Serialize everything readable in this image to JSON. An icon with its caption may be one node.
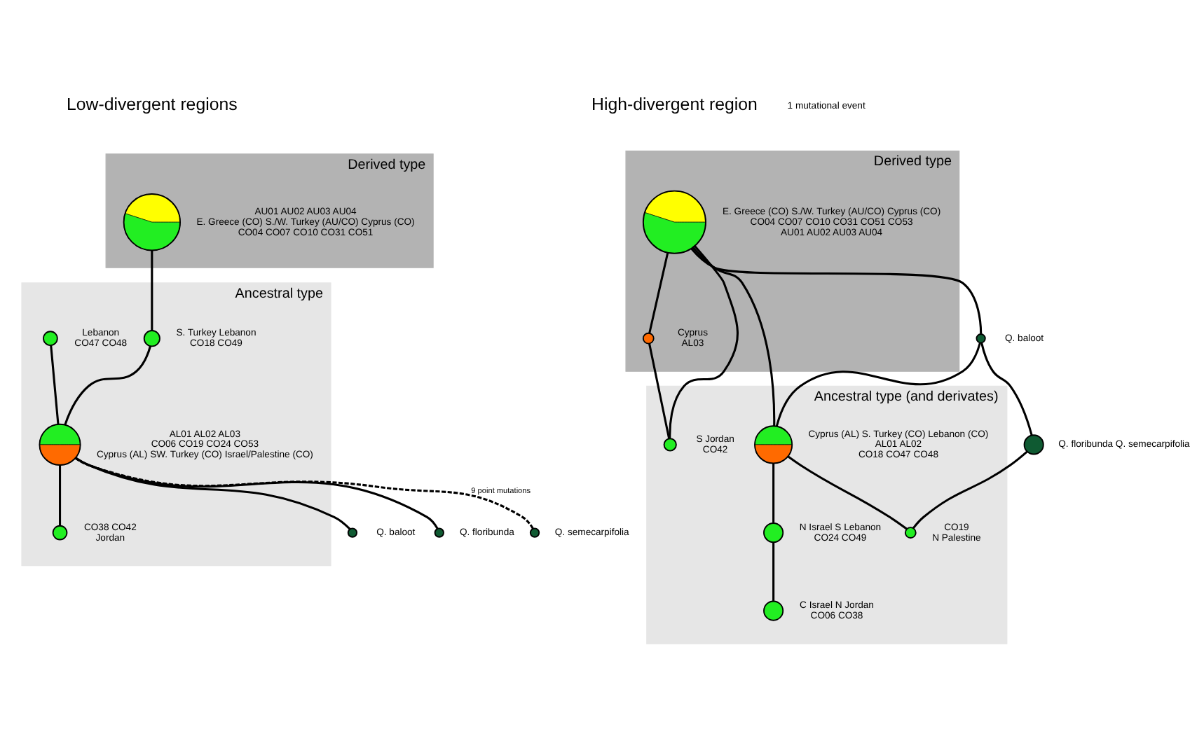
{
  "diagram": {
    "nodes": [
      {
        "text": [
          "Derived type"
        ]
      },
      {
        "text": [],
        "shape": "circle",
        "in": 0,
        "beside": [
          "AU01 AU02 AU03 AU04",
          "E. Greece (CO) S./W. Turkey (AU/CO) Cyprus (CO)",
          "CO04 CO07 CO10 CO31 CO51"
        ]
      },
      {
        "text": [
          "Ancestral type"
        ]
      },
      {
        "text": [],
        "shape": "circle",
        "in": 2,
        "beside": [
          "S. Turkey Lebanon",
          "CO18 CO49"
        ]
      },
      {
        "text": [],
        "shape": "circle",
        "in": 2,
        "beside": [
          "AL01 AL02 AL03",
          "CO06 CO19 CO24 CO53",
          "Cyprus (AL) SW. Turkey (CO) Israel/Palestine (CO)"
        ]
      },
      {
        "text": [],
        "shape": "circle",
        "in": 2,
        "beside": [
          "Lebanon",
          "CO47 CO48"
        ]
      },
      {
        "text": [],
        "shape": "circle",
        "in": 2,
        "beside": [
          "CO38 CO42",
          "Jordan"
        ]
      },
      {
        "text": [],
        "shape": "circle",
        "beside": [
          "Q. baloot"
        ]
      },
      {
        "text": [],
        "shape": "circle",
        "beside": [
          "Q. floribunda"
        ]
      },
      {
        "text": [],
        "shape": "circle",
        "beside": [
          "Q. semecarpifolia"
        ]
      },
      {
        "text": [
          "Derived type"
        ]
      },
      {
        "text": [],
        "shape": "circle",
        "in": 10,
        "beside": [
          "E. Greece (CO) S./W. Turkey (AU/CO) Cyprus (CO)",
          "CO04 CO07 CO10 CO31 CO51 CO53",
          "AU01 AU02 AU03 AU04"
        ]
      },
      {
        "text": [],
        "shape": "circle",
        "in": 10,
        "beside": [
          "Cyprus",
          "AL03"
        ]
      },
      {
        "text": [
          "Ancestral type (and derivates)"
        ]
      },
      {
        "text": [],
        "shape": "circle",
        "in": 13,
        "beside": [
          "S Jordan",
          "CO42"
        ]
      },
      {
        "text": [],
        "shape": "circle",
        "in": 13,
        "beside": [
          "Cyprus (AL) S. Turkey (CO) Lebanon (CO)",
          "AL01 AL02",
          "CO18 CO47 CO48"
        ]
      },
      {
        "text": [],
        "shape": "circle",
        "in": 13,
        "beside": [
          "N Israel S Lebanon",
          "CO24 CO49"
        ]
      },
      {
        "text": [],
        "shape": "circle",
        "in": 13,
        "beside": [
          "C Israel N Jordan",
          "CO06 CO38"
        ]
      },
      {
        "text": [],
        "shape": "circle",
        "in": 13,
        "beside": [
          "CO19",
          "N Palestine"
        ]
      },
      {
        "text": [],
        "shape": "circle",
        "beside": [
          "Q. baloot"
        ]
      },
      {
        "text": [],
        "shape": "circle",
        "beside": [
          "Q. floribunda Q. semecarpifolia"
        ]
      }
    ],
    "edges": [
      {
        "from": 1,
        "to": 3,
        "arrow": "none"
      },
      {
        "from": 3,
        "to": 4,
        "arrow": "none"
      },
      {
        "from": 5,
        "to": 4,
        "arrow": "none"
      },
      {
        "from": 4,
        "to": 6,
        "arrow": "none"
      },
      {
        "from": 4,
        "to": 7,
        "arrow": "none"
      },
      {
        "from": 4,
        "to": 8,
        "arrow": "none"
      },
      {
        "from": 4,
        "to": 9,
        "arrow": "none",
        "style": "dashed",
        "label": "9 point mutations"
      },
      {
        "from": 11,
        "to": 12,
        "arrow": "none"
      },
      {
        "from": 12,
        "to": 14,
        "arrow": "none"
      },
      {
        "from": 11,
        "to": 14,
        "arrow": "none"
      },
      {
        "from": 11,
        "to": 15,
        "arrow": "none"
      },
      {
        "from": 11,
        "to": 19,
        "arrow": "none"
      },
      {
        "from": 19,
        "to": 15,
        "arrow": "none"
      },
      {
        "from": 19,
        "to": 20,
        "arrow": "none"
      },
      {
        "from": 20,
        "to": 18,
        "arrow": "none"
      },
      {
        "from": 15,
        "to": 18,
        "arrow": "none"
      },
      {
        "from": 15,
        "to": 16,
        "arrow": "none"
      },
      {
        "from": 16,
        "to": 17,
        "arrow": "none"
      }
    ],
    "labels": [
      "Low-divergent regions",
      "High-divergent region",
      "1 mutational event"
    ]
  }
}
